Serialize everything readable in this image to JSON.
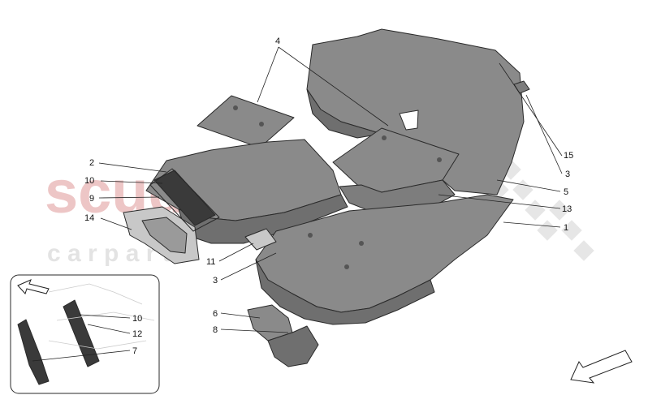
{
  "watermark": {
    "brand": "scuderia",
    "sub": "c a r p a r t s",
    "color": "#e8b4b4",
    "sub_color": "#dddddd"
  },
  "colors": {
    "part_fill": "#8a8a8a",
    "part_dark": "#6f6f6f",
    "part_light": "#a9a9a9",
    "outline": "#2a2a2a"
  },
  "callouts": [
    {
      "id": "c4",
      "text": "4"
    },
    {
      "id": "c2",
      "text": "2"
    },
    {
      "id": "c10a",
      "text": "10"
    },
    {
      "id": "c9",
      "text": "9"
    },
    {
      "id": "c14",
      "text": "14"
    },
    {
      "id": "c11",
      "text": "11"
    },
    {
      "id": "c3a",
      "text": "3"
    },
    {
      "id": "c15",
      "text": "15"
    },
    {
      "id": "c3b",
      "text": "3"
    },
    {
      "id": "c5",
      "text": "5"
    },
    {
      "id": "c13",
      "text": "13"
    },
    {
      "id": "c1",
      "text": "1"
    },
    {
      "id": "c6",
      "text": "6"
    },
    {
      "id": "c8",
      "text": "8"
    },
    {
      "id": "c10b",
      "text": "10"
    },
    {
      "id": "c12",
      "text": "12"
    },
    {
      "id": "c7",
      "text": "7"
    }
  ],
  "icons": {
    "direction_arrow_inset": "arrow-up-left-icon",
    "direction_arrow_main": "arrow-down-left-icon"
  }
}
